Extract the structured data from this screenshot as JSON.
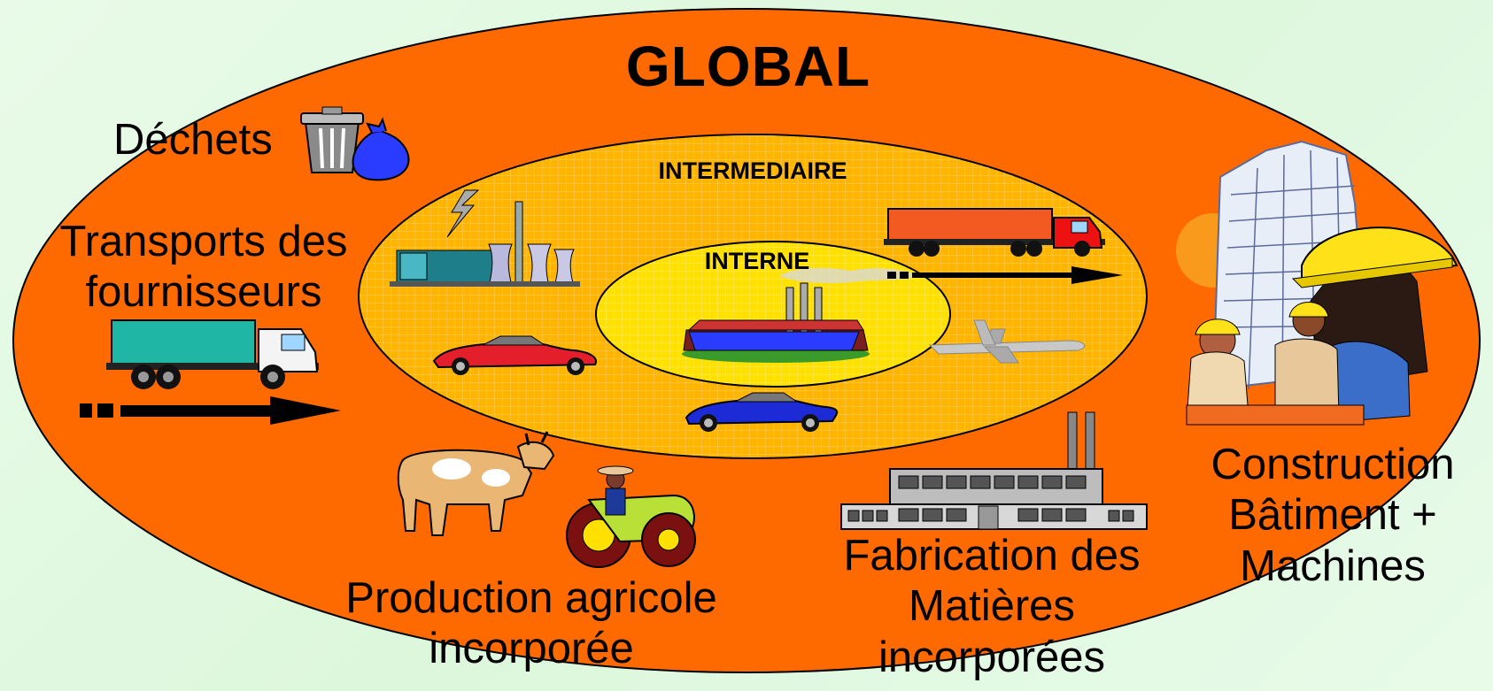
{
  "diagram": {
    "title": "GLOBAL",
    "levels": {
      "intermediate": "INTERMEDIAIRE",
      "internal": "INTERNE"
    },
    "labels": {
      "waste": "Déchets",
      "supplier_transport_line1": "Transports des",
      "supplier_transport_line2": "fournisseurs",
      "agriculture_line1": "Production agricole",
      "agriculture_line2": "incorporée",
      "materials_line1": "Fabrication des",
      "materials_line2": "Matières",
      "materials_line3": "incorporées",
      "construction_line1": "Construction",
      "construction_line2": "Bâtiment +",
      "construction_line3": "Machines"
    }
  },
  "colors": {
    "outer_ellipse": "#ff6a00",
    "middle_ellipse": "#ffb400",
    "inner_ellipse": "#ffe000",
    "background": "#e4f9e4"
  },
  "icons": [
    "trash-can-icon",
    "garbage-bag-icon",
    "power-plant-icon",
    "truck-icon",
    "factory-icon",
    "car-icon",
    "airplane-icon",
    "cow-icon",
    "tractor-icon",
    "building-icon",
    "workers-icon",
    "arrow-icon"
  ]
}
